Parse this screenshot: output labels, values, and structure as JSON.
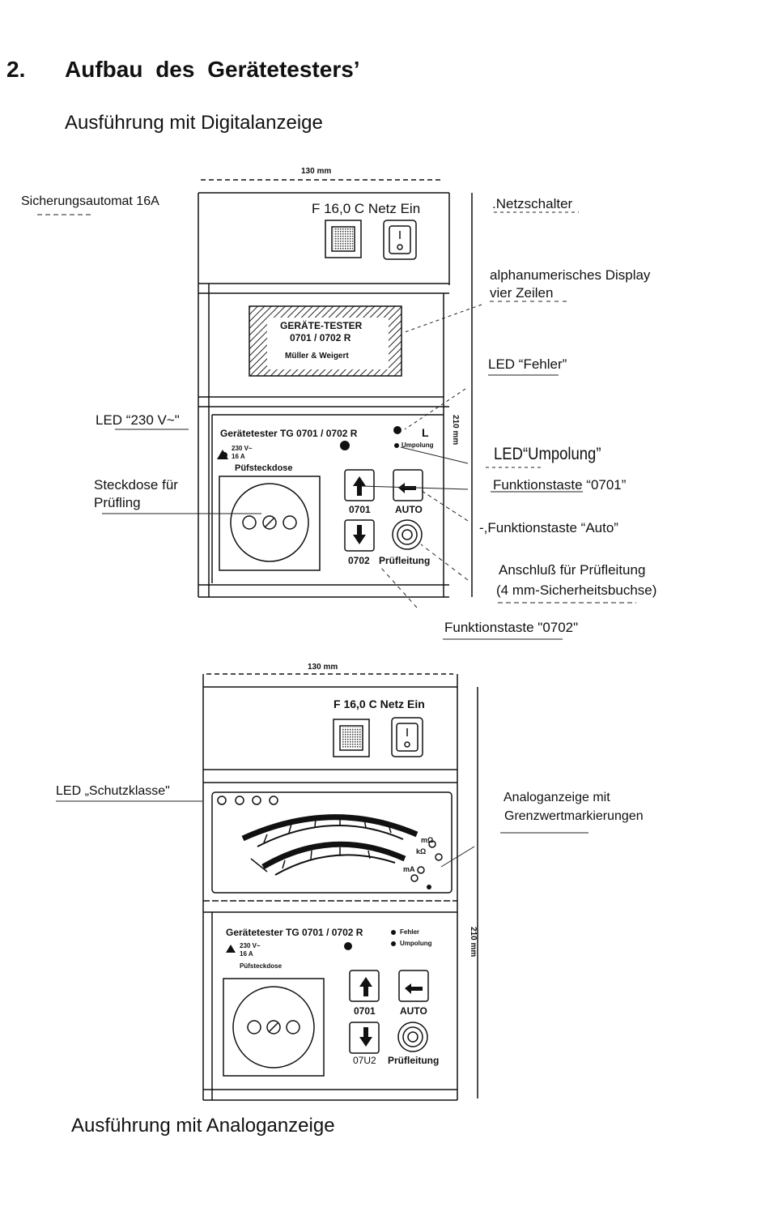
{
  "section": {
    "number": "2.",
    "title": "Aufbau des Gerätetesters’"
  },
  "digital": {
    "caption": "Ausführung mit Digitalanzeige",
    "width_label": "130 mm",
    "height_label": "210 mm",
    "top_panel_text": "F 16,0 C Netz Ein",
    "display_lines": [
      "GERÄTE-TESTER",
      "0701 / 0702 R",
      "Müller & Weigert"
    ],
    "device_title": "Gerätetester TG 0701 / 0702 R",
    "led_l_text": "L",
    "umpolung_small": "Umpolung",
    "voltage_small": "230 V~",
    "current_small": "16 A",
    "socket_small": "Püfsteckdose",
    "key_0701": "0701",
    "key_auto": "AUTO",
    "key_0702": "0702",
    "pruefleitung": "Prüfleitung",
    "labels": {
      "sicherungsautomat": "Sicherungsautomat 16A",
      "netzschalter": ".Netzschalter",
      "display_line1": "alphanumerisches Display",
      "display_line2": "vier Zeilen",
      "led_fehler": "LED “Fehler”",
      "led_230": "LED “230 V~\"",
      "led_umpolung": "LED“Umpolung”",
      "steckdose_line1": "Steckdose für",
      "steckdose_line2": "Prüfling",
      "ft_0701": "Funktionstaste “0701”",
      "ft_auto": "-,Funktionstaste “Auto”",
      "anschluss_line1": "Anschluß für Prüfleitung",
      "anschluss_line2": "(4 mm-Sicherheitsbuchse)",
      "ft_0702": "Funktionstaste \"0702\""
    }
  },
  "analog": {
    "caption": "Ausführung mit Analoganzeige",
    "width_label": "130 mm",
    "height_label": "210 mm",
    "top_panel_text": "F 16,0 C Netz Ein",
    "device_title": "Gerätetester TG 0701 / 0702 R",
    "fehler_small": "Fehler",
    "umpolung_small": "Umpolung",
    "voltage_small": "230 V~",
    "current_small": "16 A",
    "socket_small": "Püfsteckdose",
    "key_0701": "0701",
    "key_auto": "AUTO",
    "key_0702": "07U2",
    "pruefleitung": "Prüfleitung",
    "scale_units": [
      "mΩ",
      "kΩ",
      "mA"
    ],
    "labels": {
      "led_schutzklasse": "LED „Schutzklasse\"",
      "analog_line1": "Analoganzeige mit",
      "analog_line2": "Grenzwertmarkierungen"
    }
  }
}
